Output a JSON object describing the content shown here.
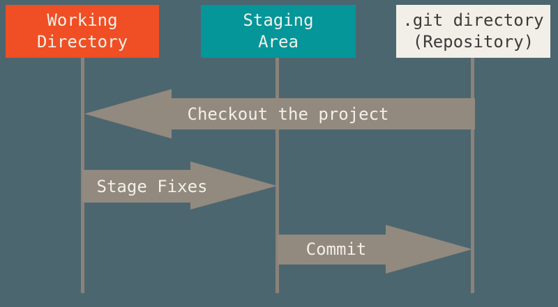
{
  "background_color": "#4c666f",
  "boxes": [
    {
      "name": "Working Directory",
      "line1": "Working",
      "line2": "Directory",
      "bg": "#f04e24",
      "text_color": "#f3f1ea"
    },
    {
      "name": "Staging Area",
      "line1": "Staging",
      "line2": "Area",
      "bg": "#049699",
      "text_color": "#f3f1ea"
    },
    {
      "name": ".git directory (Repository)",
      "line1": ".git directory",
      "line2": "(Repository)",
      "bg": "#f2efe8",
      "text_color": "#3b3b39"
    }
  ],
  "arrows": [
    {
      "label": "Checkout the project",
      "direction": "left",
      "from": ".git directory (Repository)",
      "to": "Working Directory"
    },
    {
      "label": "Stage Fixes",
      "direction": "right",
      "from": "Working Directory",
      "to": "Staging Area"
    },
    {
      "label": "Commit",
      "direction": "right",
      "from": "Staging Area",
      "to": ".git directory (Repository)"
    }
  ],
  "colors": {
    "arrow": "#92897f",
    "lifeline": "#8b8279",
    "arrow_label_text": "#f2f0e8"
  }
}
